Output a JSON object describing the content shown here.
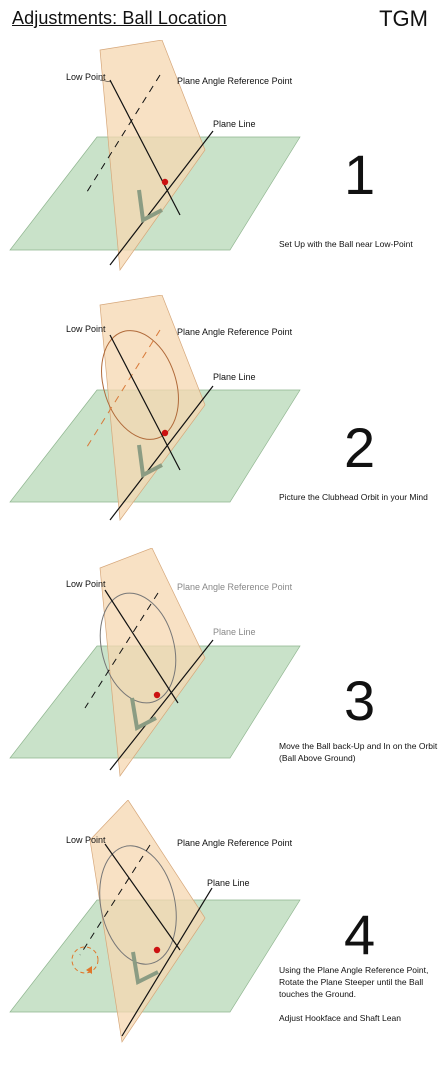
{
  "header": {
    "title": "Adjustments: Ball Location",
    "brand": "TGM"
  },
  "colors": {
    "ground_plane": "#c9e2c9",
    "swing_plane": "#f5d7b0",
    "ball": "#cc1111",
    "orbit": "#b06a3a",
    "dashed_orbit": "#e0762a"
  },
  "panels": [
    {
      "number": "1",
      "labels": {
        "low_point": "Low Point",
        "reference_point": "Plane Angle Reference Point",
        "plane_line": "Plane Line"
      },
      "caption": [
        "Set Up with the Ball near Low-Point"
      ]
    },
    {
      "number": "2",
      "labels": {
        "low_point": "Low Point",
        "reference_point": "Plane Angle Reference Point",
        "plane_line": "Plane Line"
      },
      "caption": [
        "Picture the Clubhead Orbit in your Mind"
      ]
    },
    {
      "number": "3",
      "labels": {
        "low_point": "Low Point",
        "reference_point": "Plane Angle Reference Point",
        "plane_line": "Plane Line"
      },
      "caption": [
        "Move the Ball back-Up and In on the Orbit",
        "(Ball Above Ground)"
      ]
    },
    {
      "number": "4",
      "labels": {
        "low_point": "Low Point",
        "reference_point": "Plane Angle Reference Point",
        "plane_line": "Plane Line"
      },
      "caption": [
        "Using the Plane Angle Reference Point,",
        "Rotate the Plane Steeper until the Ball",
        "touches the Ground."
      ],
      "caption_extra": "Adjust Hookface and Shaft Lean"
    }
  ]
}
